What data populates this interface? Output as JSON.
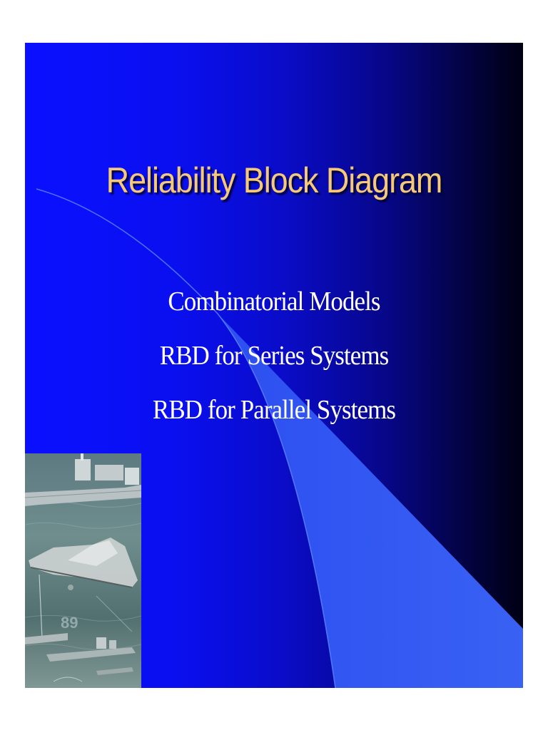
{
  "slide": {
    "title": "Reliability Block Diagram",
    "bullets": [
      "Combinatorial Models",
      "RBD for Series Systems",
      "RBD for Parallel Systems"
    ],
    "photo_caption_digits": "89"
  },
  "colors": {
    "background_left": "#0a10ff",
    "background_right": "#000012",
    "title": "#f5c87a",
    "body_text": "#ffffff",
    "wedge": "#3a60ff"
  }
}
